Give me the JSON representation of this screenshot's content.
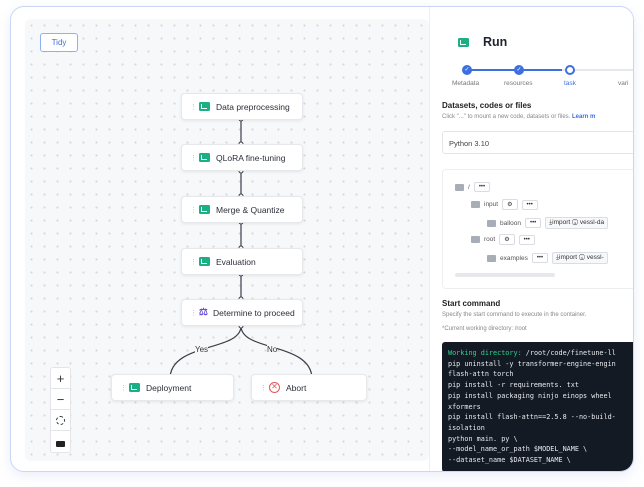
{
  "canvas": {
    "tidy_label": "Tidy",
    "nodes": [
      {
        "label": "Data preprocessing",
        "icon": "terminal-icon"
      },
      {
        "label": "QLoRA fine-tuning",
        "icon": "terminal-icon"
      },
      {
        "label": "Merge & Quantize",
        "icon": "terminal-icon"
      },
      {
        "label": "Evaluation",
        "icon": "terminal-icon"
      },
      {
        "label": "Determine to proceed",
        "icon": "condition-icon"
      },
      {
        "label": "Deployment",
        "icon": "terminal-icon"
      },
      {
        "label": "Abort",
        "icon": "abort-icon"
      }
    ],
    "edge_labels": {
      "yes": "Yes",
      "no": "No"
    },
    "controls": {
      "zoom_in": "+",
      "zoom_out": "−"
    }
  },
  "panel": {
    "title": "Run",
    "steps": [
      {
        "label": "Metadata",
        "state": "done"
      },
      {
        "label": "resources",
        "state": "done"
      },
      {
        "label": "task",
        "state": "current"
      },
      {
        "label": "vari",
        "state": "pending"
      }
    ],
    "datasets": {
      "heading": "Datasets, codes or files",
      "hint": "Click \"...\" to mount a new code, datasets or files.",
      "learn_more": "Learn m",
      "input_value": "Python 3.10"
    },
    "tree": {
      "root": "/",
      "more": "•••",
      "input": "input",
      "balloon": "balloon",
      "import": "import",
      "balloon_source": "vessl-da",
      "root_dir": "root",
      "examples": "examples",
      "examples_source": "vessl-"
    },
    "start": {
      "heading": "Start command",
      "hint": "Specify the start command to execute in the container.",
      "cwd": "*Current working directory: /root",
      "code_prefix": "Working directory:",
      "code_first": " /root/code/finetune-ll",
      "code_lines": [
        "pip uninstall -y transformer-engine-engin",
        "flash-attn torch",
        "pip install -r requirements. txt",
        "pip install packaging ninjo einops wheel",
        "xformers",
        "pip install flash-attn==2.5.8 --no-build-",
        "isolation",
        "python main. py \\",
        "--model_name_or_path $MODEL_NAME \\",
        "--dataset_name $DATASET_NAME \\"
      ]
    }
  },
  "colors": {
    "accent": "#3d6fe0",
    "terminal": "#1bb083",
    "abort": "#e05a5a",
    "condition": "#6b4fd8",
    "code_bg": "#141a24",
    "code_green": "#2fd18b"
  }
}
